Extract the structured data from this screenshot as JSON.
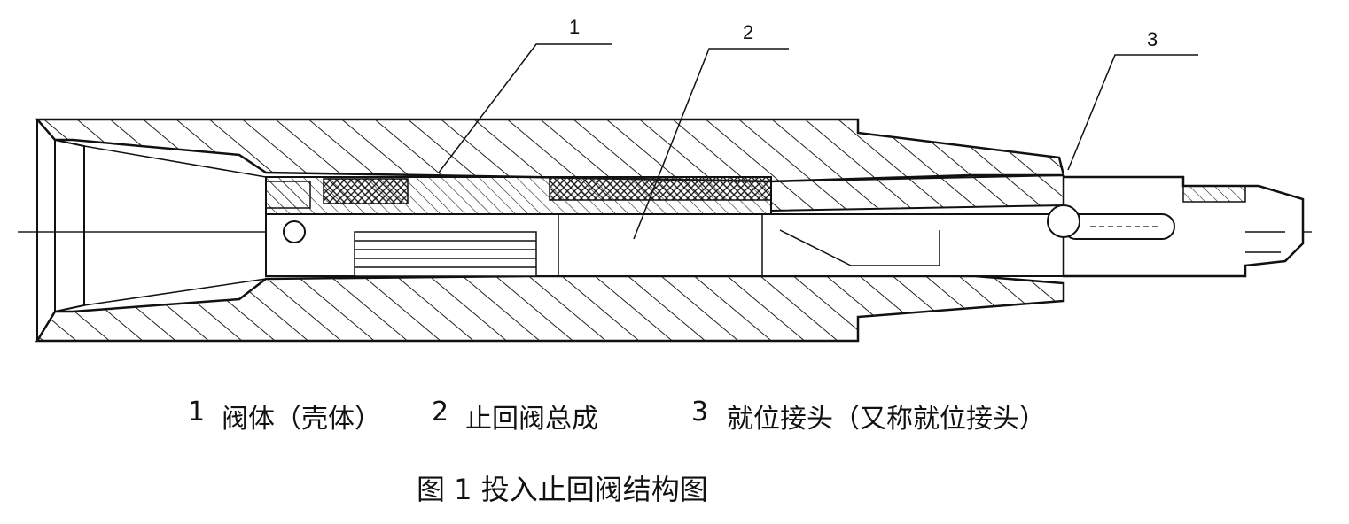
{
  "callouts": [
    {
      "num": "1",
      "label": "阀体（壳体）"
    },
    {
      "num": "2",
      "label": "止回阀总成"
    },
    {
      "num": "3",
      "label": "就位接头（又称就位接头）"
    }
  ],
  "caption": {
    "text": "图 1 投入止回阀结构图"
  }
}
